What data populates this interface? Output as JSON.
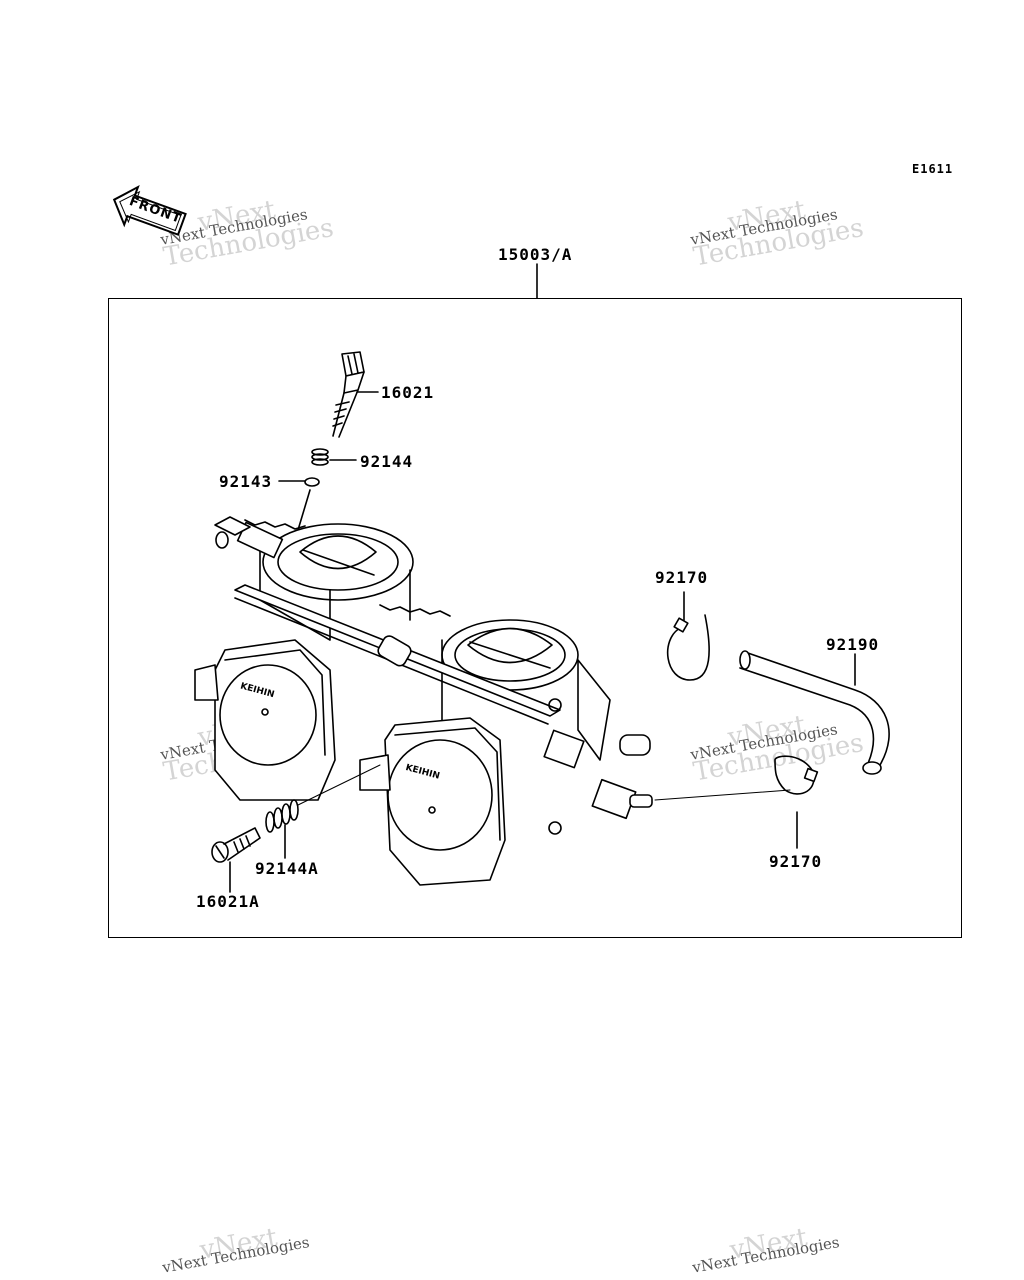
{
  "diagram_id": "E1611",
  "front_label": "FRONT",
  "assembly": {
    "code": "15003/A"
  },
  "parts": [
    {
      "code": "16021"
    },
    {
      "code": "92144"
    },
    {
      "code": "92143"
    },
    {
      "code": "92170"
    },
    {
      "code": "92190"
    },
    {
      "code": "92170"
    },
    {
      "code": "92144A"
    },
    {
      "code": "16021A"
    }
  ],
  "brand_mark": "KEIHIN",
  "watermark": {
    "line1": "vNext",
    "line2": "vNext Technologies",
    "line3": "Technologies"
  }
}
